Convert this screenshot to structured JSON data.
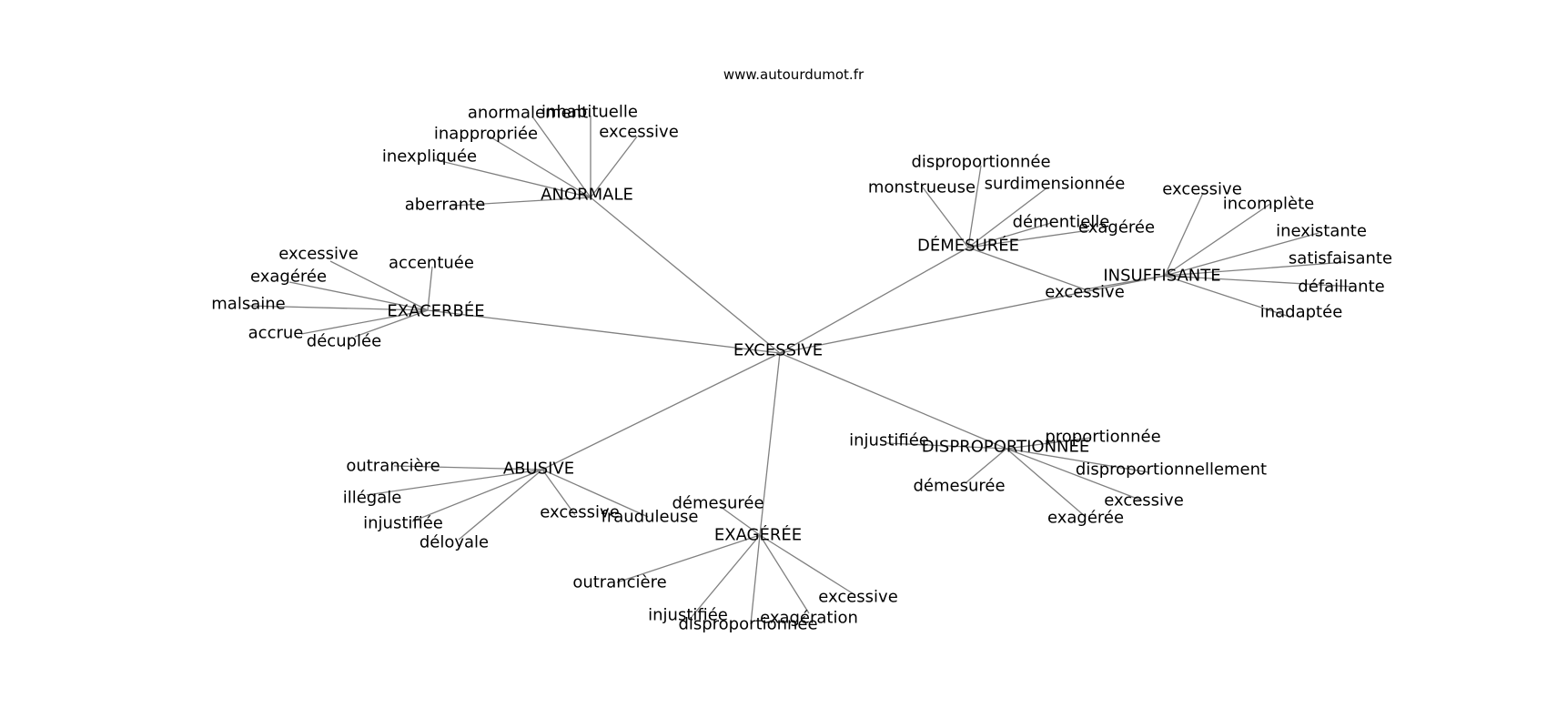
{
  "site": "www.autourdumot.fr",
  "center": "EXCESSIVE",
  "hubs": [
    {
      "label": "ANORMALE",
      "leaves": [
        "anormalement",
        "inhabituelle",
        "inappropriée",
        "excessive",
        "inexpliquée",
        "aberrante"
      ]
    },
    {
      "label": "EXACERBÉE",
      "leaves": [
        "excessive",
        "accentuée",
        "exagérée",
        "malsaine",
        "accrue",
        "décuplée"
      ]
    },
    {
      "label": "DÉMESURÉE",
      "leaves": [
        "disproportionnée",
        "monstrueuse",
        "surdimensionnée",
        "démentielle",
        "exagérée"
      ]
    },
    {
      "label": "INSUFFISANTE",
      "leaves": [
        "excessive",
        "incomplète",
        "inexistante",
        "satisfaisante",
        "défaillante",
        "inadaptée"
      ]
    },
    {
      "label": "ABUSIVE",
      "leaves": [
        "outrancière",
        "illégale",
        "injustifiée",
        "déloyale",
        "excessive",
        "frauduleuse"
      ]
    },
    {
      "label": "EXAGÉRÉE",
      "leaves": [
        "démesurée",
        "outrancière",
        "injustifiée",
        "disproportionnée",
        "exagération",
        "excessive"
      ]
    },
    {
      "label": "DISPROPORTIONNÉE",
      "leaves": [
        "injustifiée",
        "proportionnée",
        "disproportionnellement",
        "démesurée",
        "excessive",
        "exagérée"
      ]
    }
  ],
  "shared": [
    {
      "label": "excessive",
      "links": [
        "DÉMESURÉE",
        "INSUFFISANTE"
      ]
    }
  ]
}
